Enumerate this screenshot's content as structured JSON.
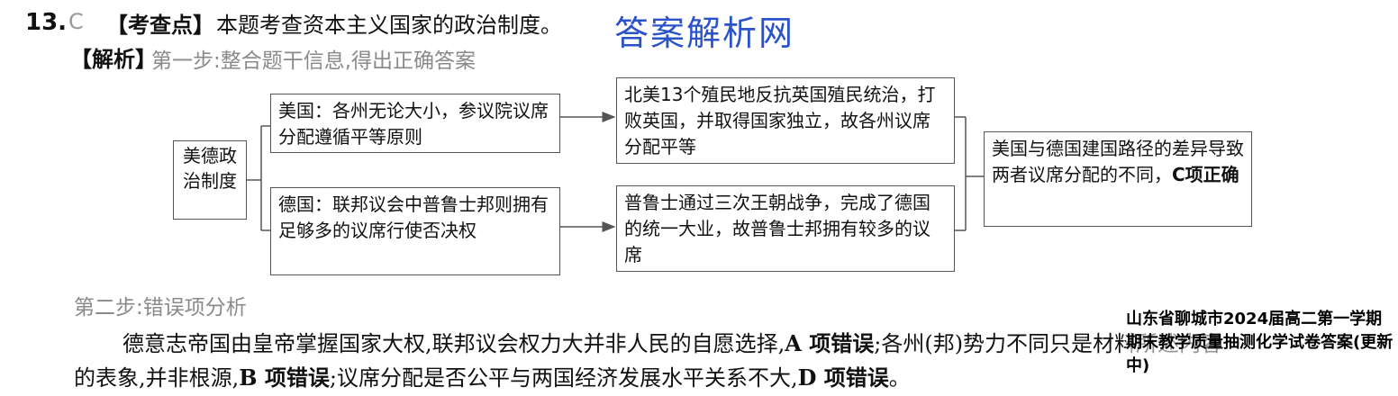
{
  "question": {
    "number": "13.",
    "answer": "C",
    "point_label": "【考查点】",
    "point_text": "本题考查资本主义国家的政治制度。",
    "analysis_label": "【解析】",
    "step1": "第一步:整合题干信息,得出正确答案",
    "step2": "第二步:错误项分析"
  },
  "watermark": "答案解析网",
  "diagram": {
    "root": "美德政治制度",
    "us_feature": "美国：各州无论大小，参议院议席分配遵循平等原则",
    "us_reason": "北美13个殖民地反抗英国殖民统治，打败英国，并取得国家独立，故各州议席分配平等",
    "de_feature": "德国：联邦议会中普鲁士邦则拥有足够多的议席行使否决权",
    "de_reason": "普鲁士通过三次王朝战争，完成了德国的统一大业，故普鲁士邦拥有较多的议席",
    "conclusion_text": "美国与德国建国路径的差异导致两者议席分配的不同，",
    "conclusion_bold": "C项正确"
  },
  "paragraph": {
    "line1_a": "德意志帝国由皇帝掌握国家大权,联邦议会权力大并非人民的自愿选择,",
    "line1_b": "A 项错误",
    "line1_c": ";各州(邦)势力不同只是材料所述内容",
    "line2_a": "的表象,并非根源,",
    "line2_b": "B 项错误",
    "line2_c": ";议席分配是否公平与两国经济发展水平关系不大,",
    "line2_d": "D 项错误",
    "line2_e": "。"
  },
  "overlay": "山东省聊城市2024届高二第一学期期末教学质量抽测化学试卷答案(更新中)"
}
